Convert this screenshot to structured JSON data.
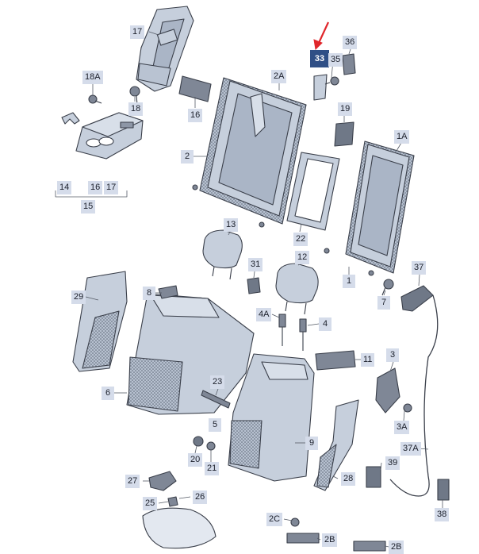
{
  "callouts": {
    "p17": "17",
    "p18A": "18A",
    "p18": "18",
    "p16": "16",
    "p14": "14",
    "p16b": "16",
    "p17b": "17",
    "p15": "15",
    "p2A": "2A",
    "p2": "2",
    "p33": "33",
    "p35": "35",
    "p36": "36",
    "p19": "19",
    "p22": "22",
    "p1A": "1A",
    "p1": "1",
    "p7": "7",
    "p13": "13",
    "p31": "31",
    "p12": "12",
    "p4A": "4A",
    "p4": "4",
    "p11": "11",
    "p37": "37",
    "p29": "29",
    "p8": "8",
    "p6": "6",
    "p23": "23",
    "p5": "5",
    "p3": "3",
    "p3A": "3A",
    "p9": "9",
    "p37A": "37A",
    "p39": "39",
    "p20": "20",
    "p21": "21",
    "p27": "27",
    "p25": "25",
    "p26": "26",
    "p28": "28",
    "p38": "38",
    "p2C": "2C",
    "p2B": "2B",
    "p2Bb": "2B"
  },
  "highlight": "33",
  "colors": {
    "part_fill": "#c6cfdc",
    "part_stroke": "#3a3f4a",
    "callout_bg": "#d5dcea",
    "highlight_bg": "#2f4f86",
    "arrow": "#e0262b"
  }
}
